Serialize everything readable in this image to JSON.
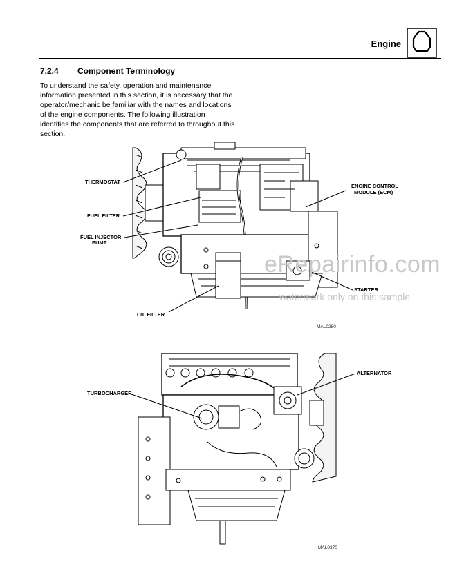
{
  "header": {
    "title": "Engine",
    "icon": "engine-icon"
  },
  "section": {
    "number": "7.2.4",
    "title": "Component Terminology",
    "body": "To understand the safety, operation and maintenance information presented in this section, it is necessary that the operator/mechanic be familiar with the names and locations of the engine components. The following illustration identifies the components that are referred to throughout this section."
  },
  "figure_top": {
    "labels": {
      "thermostat": "THERMOSTAT",
      "fuel_filter": "FUEL FILTER",
      "fuel_injector_pump_1": "FUEL INJECTOR",
      "fuel_injector_pump_2": "PUMP",
      "ecm_1": "ENGINE CONTROL",
      "ecm_2": "MODULE (ECM)",
      "starter": "STARTER",
      "oil_filter": "OIL FILTER"
    },
    "figure_id": "MAL0280"
  },
  "figure_bottom": {
    "labels": {
      "alternator": "ALTERNATOR",
      "turbocharger": "TURBOCHARGER"
    },
    "figure_id": "MAL0270"
  },
  "watermark": {
    "line1": "eRepairinfo.com",
    "line2": "watermark only on this sample"
  }
}
